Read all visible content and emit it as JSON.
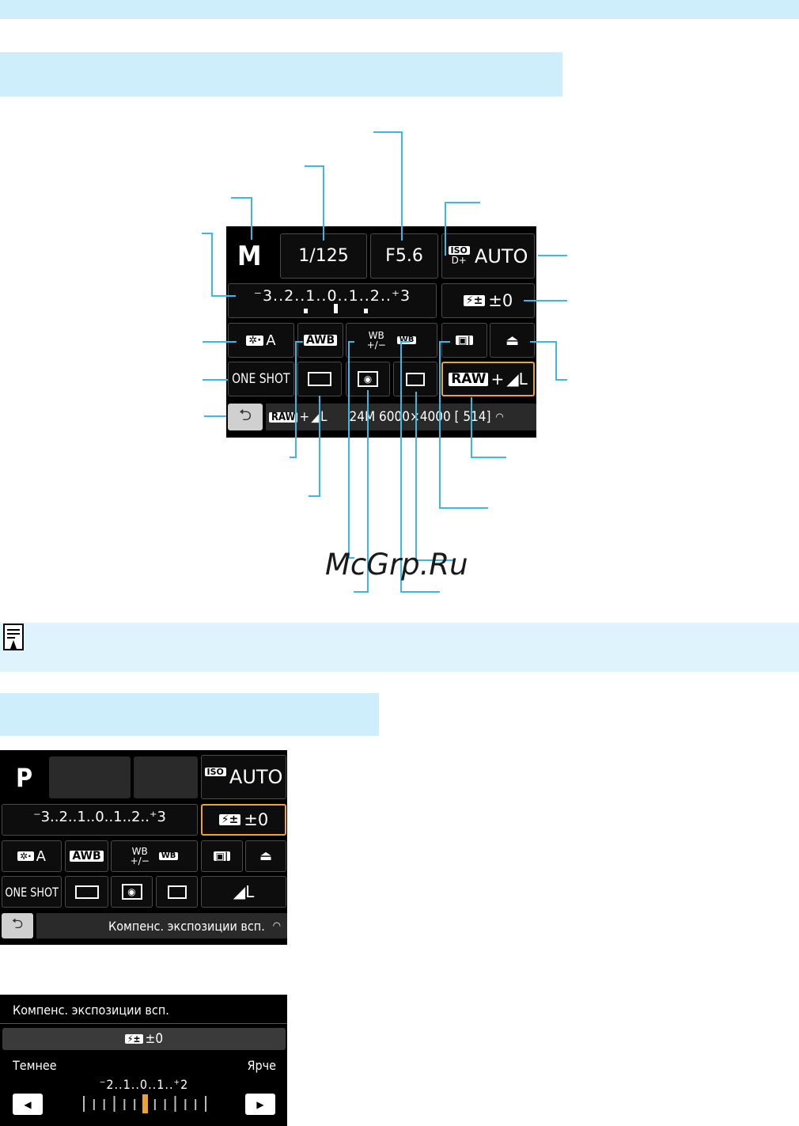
{
  "colors": {
    "header_bg": "#cfeefc",
    "callout_line": "#3fb6e3",
    "selected_border": "#e9a33a"
  },
  "screen1": {
    "mode": "M",
    "shutter": "1/125",
    "aperture": "F5.6",
    "iso_label": "ISO",
    "iso_sub": "D+",
    "iso_value": "AUTO",
    "exposure_scale": "⁻3..2..1..0..1..2..⁺3",
    "flash_comp": "±0",
    "picture_style": "A",
    "wb": "AWB",
    "wb_shift_top": "WB",
    "wb_shift_bottom": "+/−",
    "af_mode": "ONE SHOT",
    "quality_raw": "RAW",
    "quality_plus": "+",
    "quality_l": "L",
    "status_raw": "RAW",
    "status_plus": "+",
    "status_l": "L",
    "status_text": "24M 6000×4000 [ 514]"
  },
  "watermark": "McGrp.Ru",
  "screen2": {
    "mode": "P",
    "iso_label": "ISO",
    "iso_value": "AUTO",
    "exposure_scale": "⁻3..2..1..0..1..2..⁺3",
    "flash_comp": "±0",
    "picture_style": "A",
    "wb": "AWB",
    "wb_shift_top": "WB",
    "wb_shift_bottom": "+/−",
    "af_mode": "ONE SHOT",
    "quality_l": "L",
    "status_text": "Компенс. экспозиции всп."
  },
  "screen3": {
    "title": "Компенс. экспозиции всп.",
    "value": "±0",
    "left_label": "Темнее",
    "right_label": "Ярче",
    "scale": "⁻2..1..0..1..⁺2",
    "left_arrow": "◀",
    "right_arrow": "▶",
    "level": 0
  }
}
